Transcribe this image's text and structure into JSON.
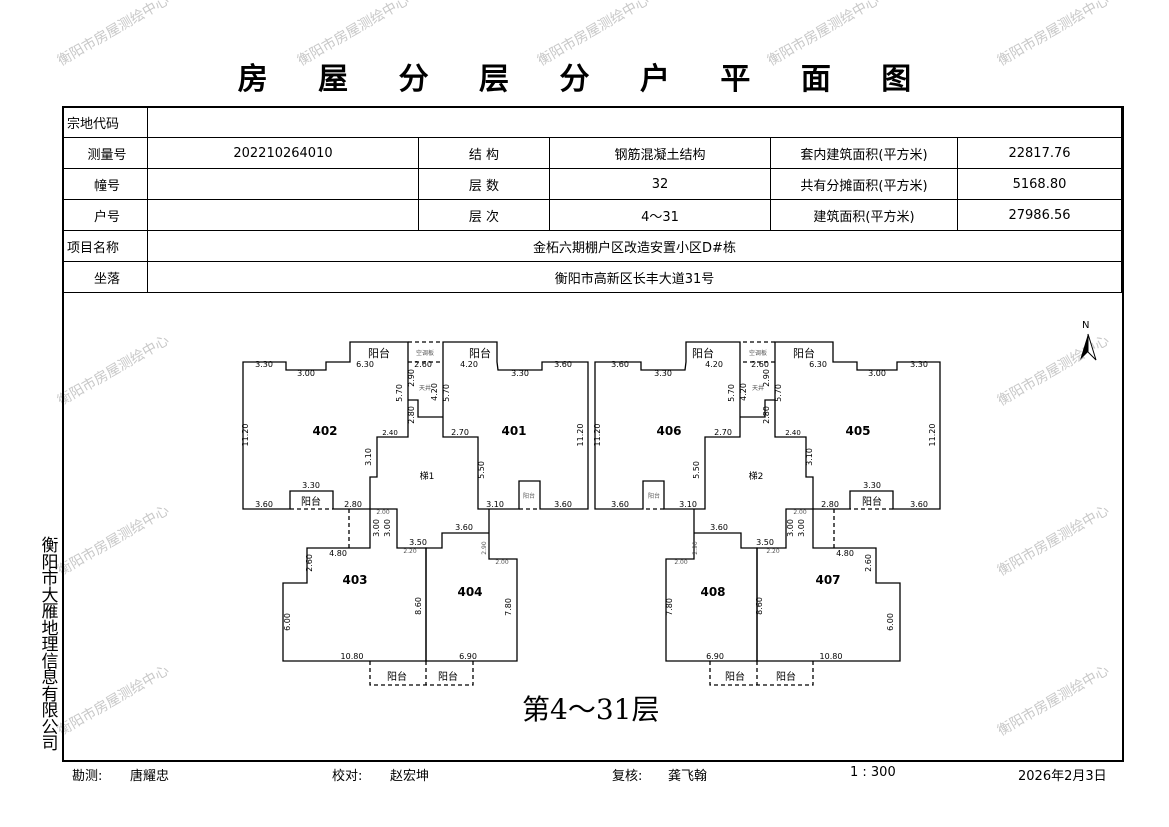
{
  "title": "房 屋 分 层 分 户 平 面 图",
  "table": {
    "parcel_code_label": "宗地代码",
    "parcel_code": "",
    "survey_no_label": "测量号",
    "survey_no": "202210264010",
    "structure_label": "结  构",
    "structure": "钢筋混凝土结构",
    "inner_area_label": "套内建筑面积(平方米)",
    "inner_area": "22817.76",
    "building_no_label": "幢号",
    "building_no": "",
    "floors_label": "层  数",
    "floors": "32",
    "shared_area_label": "共有分摊面积(平方米)",
    "shared_area": "5168.80",
    "unit_no_label": "户号",
    "unit_no": "",
    "floor_range_label": "层  次",
    "floor_range": "4～31",
    "building_area_label": "建筑面积(平方米)",
    "building_area": "27986.56",
    "project_label": "项目名称",
    "project": "金柘六期棚户区改造安置小区D#栋",
    "location_label": "坐落",
    "location": "衡阳市高新区长丰大道31号"
  },
  "plan": {
    "floor_label": "第4～31层",
    "north": "N",
    "left_labels": [
      "3.30",
      "3.00",
      "6.30",
      "阳台",
      "2.60",
      "阳台",
      "4.20",
      "3.30",
      "3.60",
      "11.20",
      "11.20",
      "402",
      "401",
      "5.70",
      "2.90",
      "天井",
      "4.20",
      "5.70",
      "2.80",
      "2.40",
      "2.70",
      "3.10",
      "梯1",
      "5.50",
      "3.30",
      "3.60",
      "阳台",
      "2.80",
      "3.10",
      "阳台",
      "3.60",
      "3.00",
      "3.00",
      "2.00",
      "3.60",
      "3.50",
      "2.20",
      "4.80",
      "2.60",
      "403",
      "404",
      "8.60",
      "7.80",
      "6.00",
      "10.80",
      "6.90",
      "阳台",
      "阳台",
      "2.00",
      "2.90",
      "空调板"
    ],
    "right_labels": [
      "3.30",
      "3.00",
      "6.30",
      "阳台",
      "2.60",
      "阳台",
      "4.20",
      "3.30",
      "3.60",
      "11.20",
      "11.20",
      "405",
      "406",
      "5.70",
      "2.90",
      "天井",
      "4.20",
      "5.70",
      "2.80",
      "2.40",
      "2.70",
      "3.10",
      "梯2",
      "5.50",
      "3.30",
      "3.60",
      "阳台",
      "2.80",
      "3.10",
      "阳台",
      "3.60",
      "3.00",
      "3.00",
      "2.00",
      "3.60",
      "3.50",
      "2.20",
      "4.80",
      "2.60",
      "407",
      "408",
      "8.60",
      "7.80",
      "6.00",
      "10.80",
      "6.90",
      "阳台",
      "阳台",
      "2.00",
      "2.90",
      "空调板"
    ]
  },
  "company": "衡阳市大雁地理信息有限公司",
  "watermark": "衡阳市房屋测绘中心",
  "footer": {
    "surveyor_label": "勘测:",
    "surveyor": "唐耀忠",
    "checker_label": "校对:",
    "checker": "赵宏坤",
    "reviewer_label": "复核:",
    "reviewer": "龚飞翰",
    "scale": "1 : 300",
    "date": "2026年2月3日"
  }
}
